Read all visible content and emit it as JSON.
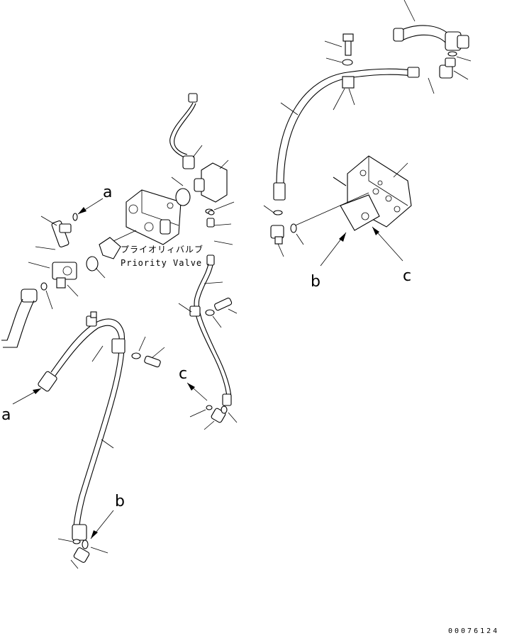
{
  "priority_valve": {
    "label_jp": "プライオリィバルブ",
    "label_en": "Priority Valve"
  },
  "connection_labels": [
    "a",
    "a",
    "b",
    "b",
    "c",
    "c"
  ],
  "drawing_number": "00076124"
}
